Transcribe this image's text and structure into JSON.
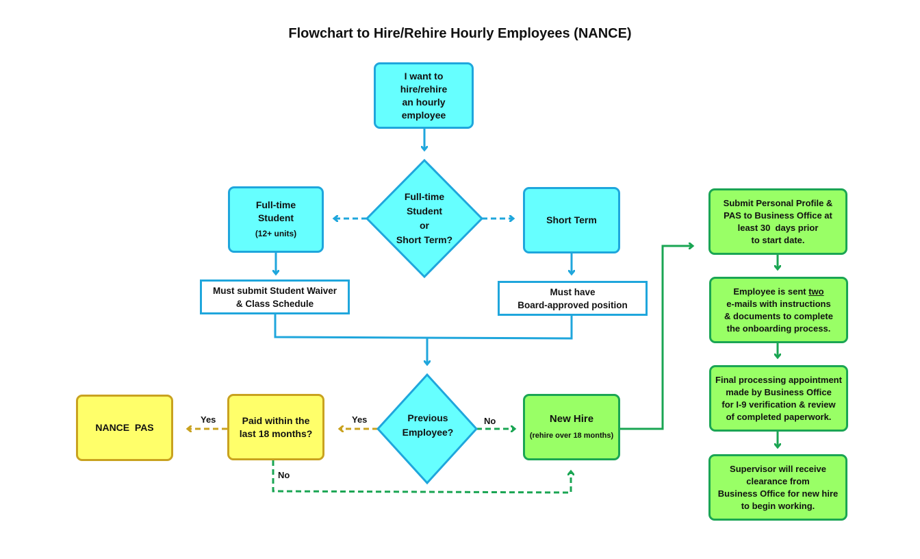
{
  "title": "Flowchart to Hire/Rehire Hourly Employees (NANCE)",
  "colors": {
    "cyan_fill": "#66ffff",
    "blue_stroke": "#1fa6dc",
    "yellow_fill": "#ffff6a",
    "gold_stroke": "#c9a21f",
    "green_fill": "#99ff66",
    "green_stroke": "#1aa553"
  },
  "nodes": {
    "start": {
      "lines": [
        "I want to",
        "hire/rehire",
        "an hourly",
        "employee"
      ]
    },
    "decision_type": {
      "lines": [
        "Full-time",
        "Student",
        "or",
        "Short Term?"
      ]
    },
    "fulltime_student": {
      "lines": [
        "Full-time",
        "Student"
      ],
      "sub": "(12+ units)"
    },
    "short_term": {
      "label": "Short Term"
    },
    "student_waiver": {
      "lines": [
        "Must submit Student Waiver",
        "& Class Schedule"
      ]
    },
    "board_approved": {
      "lines": [
        "Must have",
        "Board-approved position"
      ]
    },
    "decision_previous": {
      "lines": [
        "Previous",
        "Employee?"
      ]
    },
    "paid_within": {
      "lines": [
        "Paid within the",
        "last 18 months?"
      ]
    },
    "nance_pas": {
      "label": "NANCE  PAS"
    },
    "new_hire": {
      "label": "New Hire",
      "sub": "(rehire over 18 months)"
    },
    "step1": {
      "lines": [
        "Submit Personal Profile &",
        "PAS to Business Office at",
        "least 30  days prior",
        "to start date."
      ]
    },
    "step2": {
      "line1_prefix": "Employee is sent ",
      "line1_emph": "two",
      "lines": [
        "e-mails with instructions",
        "& documents to complete",
        "the onboarding process."
      ]
    },
    "step3": {
      "lines": [
        "Final processing appointment",
        "made by Business Office",
        "for I-9 verification & review",
        "of completed paperwork."
      ]
    },
    "step4": {
      "lines": [
        "Supervisor will receive",
        "clearance from",
        "Business Office for new hire",
        "to begin working."
      ]
    }
  },
  "edge_labels": {
    "prev_yes": "Yes",
    "prev_no": "No",
    "paid_yes": "Yes",
    "paid_no": "No"
  }
}
